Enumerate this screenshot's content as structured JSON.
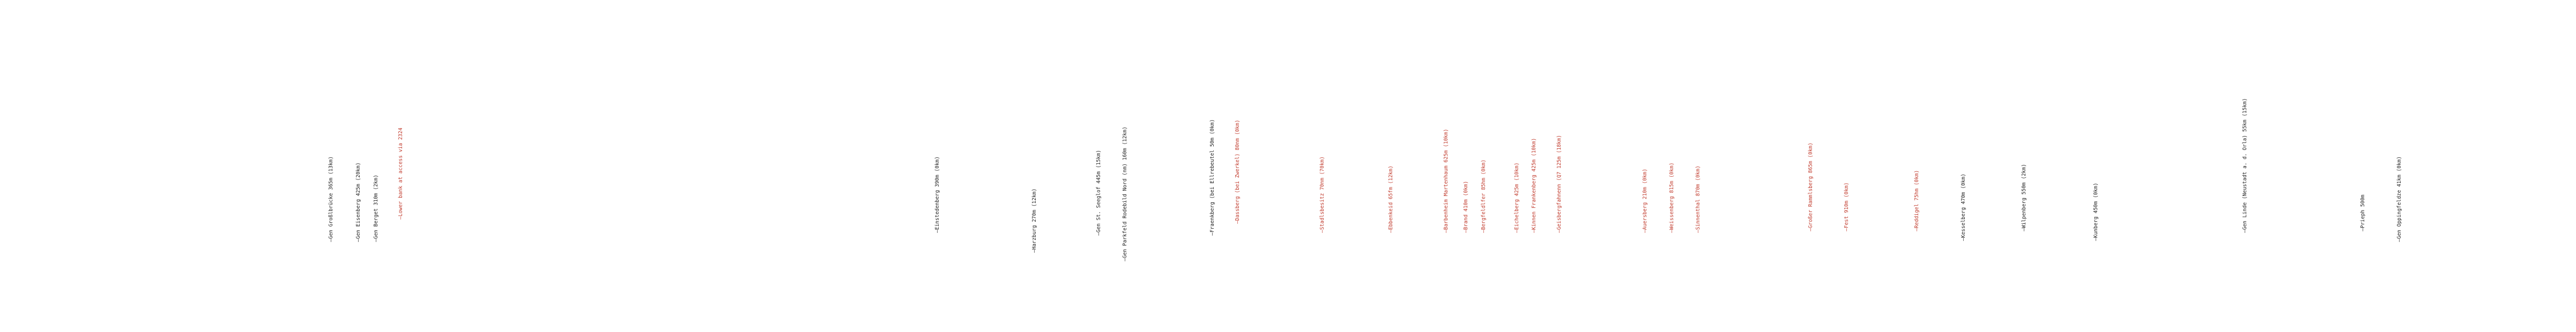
{
  "colors": {
    "black": "#222222",
    "red": "#c0392b"
  },
  "labels": [
    {
      "text": "—Gen Großlbrücke 365m (13km)",
      "color": "black"
    },
    {
      "text": "—Gen Eisenberg 425m (20km)",
      "color": "black"
    },
    {
      "text": "—Gen Berget 310m (2km)",
      "color": "black"
    },
    {
      "text": "—Lower bank at access via 2324",
      "color": "red"
    },
    {
      "text": "—Einstedenberg 390m (0km)",
      "color": "black"
    },
    {
      "text": "—Harzburg 270m (12km)",
      "color": "black"
    },
    {
      "text": "—Gen St. Seeglof 445m (15km)",
      "color": "black"
    },
    {
      "text": "—Gen Parkfeld Rodebild Nord (nm) 160m (12km)",
      "color": "black"
    },
    {
      "text": "—Fraenkberg (bei Ellrebeutel 50m (0km)",
      "color": "black"
    },
    {
      "text": "—Dassberg (bei Zwerkel) 80nm (0km)",
      "color": "red"
    },
    {
      "text": "—Stadlsbesitz 70nm (70km)",
      "color": "red"
    },
    {
      "text": "—Ebbenkeid 65fm (12km)",
      "color": "red"
    },
    {
      "text": "—Barbenheim Martenhaum 625m (10km)",
      "color": "red"
    },
    {
      "text": "—Brand 410m (0km)",
      "color": "red"
    },
    {
      "text": "—Bergfeldlfer 85hm (0km)",
      "color": "red"
    },
    {
      "text": "—Eichelberg 425m (10km)",
      "color": "red"
    },
    {
      "text": "—Kinnen Frankenberg 425m (10km)",
      "color": "red"
    },
    {
      "text": "—Geisbergfahnenn (Q7 125m (18km)",
      "color": "red"
    },
    {
      "text": "—Auersberg 210m (0km)",
      "color": "red"
    },
    {
      "text": "—Weissenberg 815m (0km)",
      "color": "red"
    },
    {
      "text": "—Sinnenthal 870m (0km)",
      "color": "red"
    },
    {
      "text": "—Großer Rammlsberg 865m (0km)",
      "color": "red"
    },
    {
      "text": "—Fest 910m (0km)",
      "color": "red"
    },
    {
      "text": "—Reddigel 75hm (0km)",
      "color": "red"
    },
    {
      "text": "—Kesselberg 470m (0km)",
      "color": "black"
    },
    {
      "text": "—Wilpenberg 550m (2km)",
      "color": "black"
    },
    {
      "text": "—Kunberg 450m (0km)",
      "color": "black"
    },
    {
      "text": "—Gen Linde (Neustadt a. d. Orla) 55km (15km)",
      "color": "black"
    },
    {
      "text": "—Prieph 500m",
      "color": "black"
    },
    {
      "text": "—Gen Oppingfeldze 41km (0km)",
      "color": "black"
    }
  ]
}
